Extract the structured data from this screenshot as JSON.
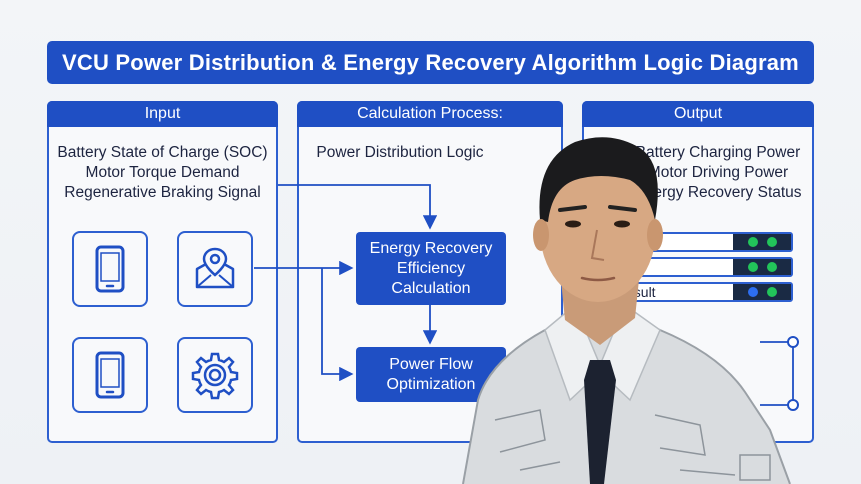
{
  "title": "VCU Power Distribution & Energy Recovery Algorithm Logic Diagram",
  "input": {
    "header": "Input",
    "lines": [
      "Battery State of Charge (SOC)",
      "Motor Torque Demand",
      "Regenerative Braking Signal"
    ],
    "icons": [
      "smartphone-icon",
      "location-pin-map-icon",
      "smartphone-icon",
      "gear-icon"
    ]
  },
  "process": {
    "header": "Calculation Process:",
    "subtitle": "Power Distribution Logic",
    "box1": "Energy Recovery Efficiency Calculation",
    "box2": "Power Flow Optimization"
  },
  "output": {
    "header": "Output",
    "lines": [
      "Battery Charging Power",
      "Motor Driving Power",
      "Energy Recovery Status"
    ],
    "status_rows": [
      {
        "label": "",
        "indicators": [
          "green",
          "green"
        ]
      },
      {
        "label": "",
        "indicators": [
          "green",
          "green"
        ]
      },
      {
        "label": "esult",
        "indicators": [
          "blue",
          "green"
        ]
      }
    ]
  },
  "colors": {
    "accent": "#1f4fc4",
    "indicator_green": "#22c45a",
    "indicator_blue": "#2d6ef0"
  }
}
